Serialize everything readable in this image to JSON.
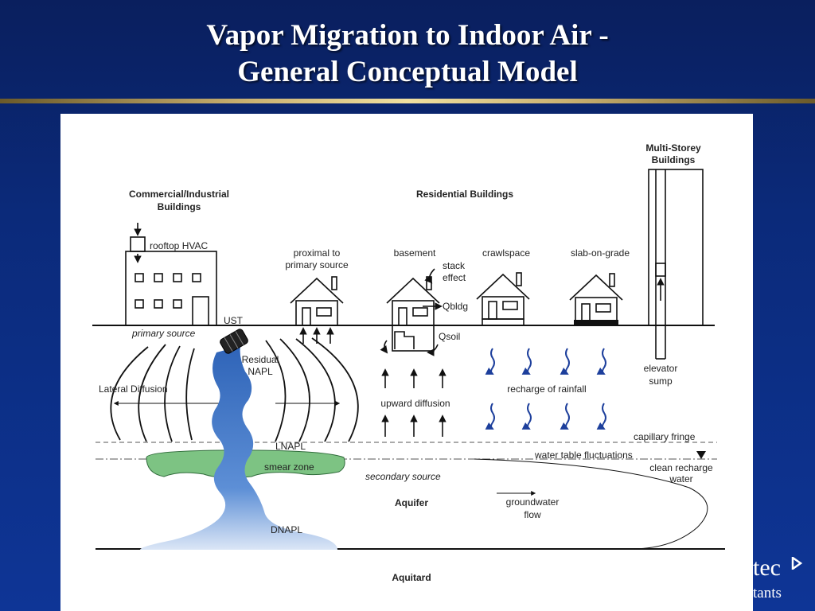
{
  "title": {
    "line1": "Vapor Migration to Indoor Air -",
    "line2": "General Conceptual Model"
  },
  "diagram": {
    "commercial_buildings": "Commercial/Industrial",
    "commercial_buildings_2": "Buildings",
    "rooftop_hvac": "rooftop HVAC",
    "ust": "UST",
    "primary_source": "primary source",
    "residual_napl": "Residual",
    "residual_napl_2": "NAPL",
    "lateral_diffusion": "Lateral Diffusion",
    "lnapl": "LNAPL",
    "smear_zone": "smear zone",
    "dnapl": "DNAPL",
    "residential_buildings": "Residential Buildings",
    "proximal": "proximal to",
    "proximal_2": "primary source",
    "basement": "basement",
    "stack_effect": "stack",
    "stack_effect_2": "effect",
    "qbldg": "Qbldg",
    "qsoil": "Qsoil",
    "crawlspace": "crawlspace",
    "slab_on_grade": "slab-on-grade",
    "multi_storey": "Multi-Storey",
    "multi_storey_2": "Buildings",
    "elevator_sump": "elevator",
    "elevator_sump_2": "sump",
    "upward_diffusion": "upward diffusion",
    "recharge_of_rainfall": "recharge of rainfall",
    "capillary_fringe": "capillary fringe",
    "water_table_fluctuations": "water table fluctuations",
    "clean_recharge_water": "clean recharge",
    "clean_recharge_water_2": "water",
    "secondary_source": "secondary source",
    "aquifer": "Aquifer",
    "groundwater_flow": "groundwater",
    "groundwater_flow_2": "flow",
    "aquitard": "Aquitard"
  },
  "logo": {
    "tec": "tec",
    "sub": "tants"
  },
  "colors": {
    "background": "#0b2a7a",
    "napl_blue": "#3b6fc0",
    "smear_green": "#7dc383",
    "rain_arrow": "#1d3f9c"
  }
}
